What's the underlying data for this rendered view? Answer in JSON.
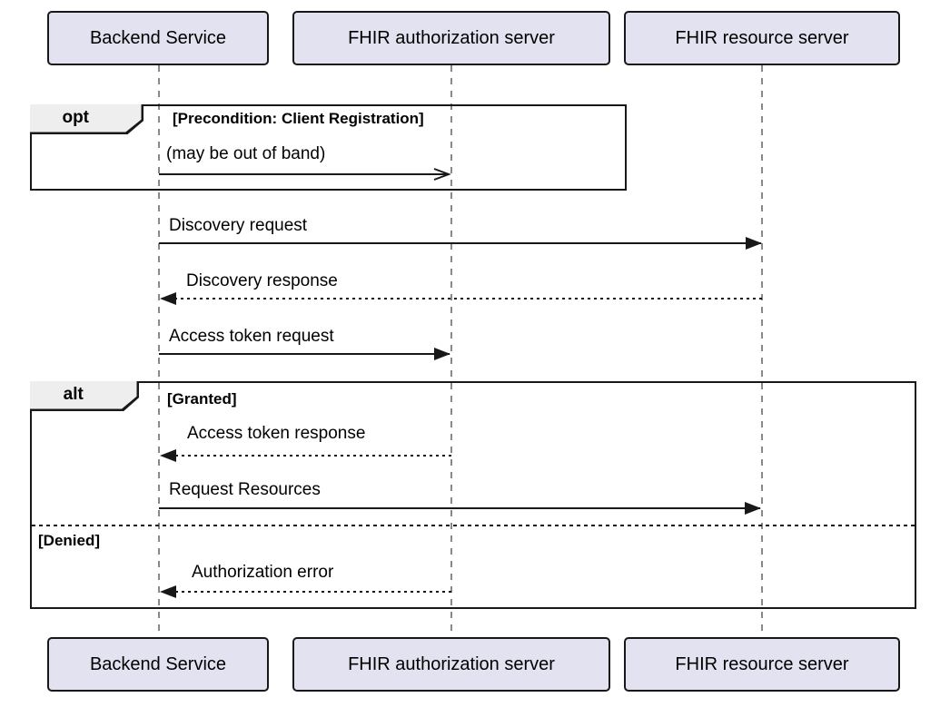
{
  "colors": {
    "participant_fill": "#E2E2F0",
    "border": "#181818",
    "lifeline": "#888888",
    "fragment_label_fill": "#EEEEEE",
    "text": "#000000",
    "background": "#FFFFFF"
  },
  "participants": [
    {
      "name": "Backend Service"
    },
    {
      "name": "FHIR authorization server"
    },
    {
      "name": "FHIR resource server"
    }
  ],
  "fragments": {
    "opt": {
      "operator": "opt",
      "guard": "[Precondition: Client Registration]"
    },
    "alt": {
      "operator": "alt",
      "guard_granted": "[Granted]",
      "guard_denied": "[Denied]"
    }
  },
  "messages": [
    {
      "label": "(may be out of band)",
      "from": "Backend Service",
      "to": "FHIR authorization server",
      "line": "solid",
      "head": "open"
    },
    {
      "label": "Discovery request",
      "from": "Backend Service",
      "to": "FHIR resource server",
      "line": "solid",
      "head": "filled"
    },
    {
      "label": "Discovery response",
      "from": "FHIR resource server",
      "to": "Backend Service",
      "line": "dotted",
      "head": "filled"
    },
    {
      "label": "Access token request",
      "from": "Backend Service",
      "to": "FHIR authorization server",
      "line": "solid",
      "head": "filled"
    },
    {
      "label": "Access token response",
      "from": "FHIR authorization server",
      "to": "Backend Service",
      "line": "dotted",
      "head": "filled"
    },
    {
      "label": "Request Resources",
      "from": "Backend Service",
      "to": "FHIR resource server",
      "line": "solid",
      "head": "filled"
    },
    {
      "label": "Authorization error",
      "from": "FHIR authorization server",
      "to": "Backend Service",
      "line": "dotted",
      "head": "filled"
    }
  ]
}
